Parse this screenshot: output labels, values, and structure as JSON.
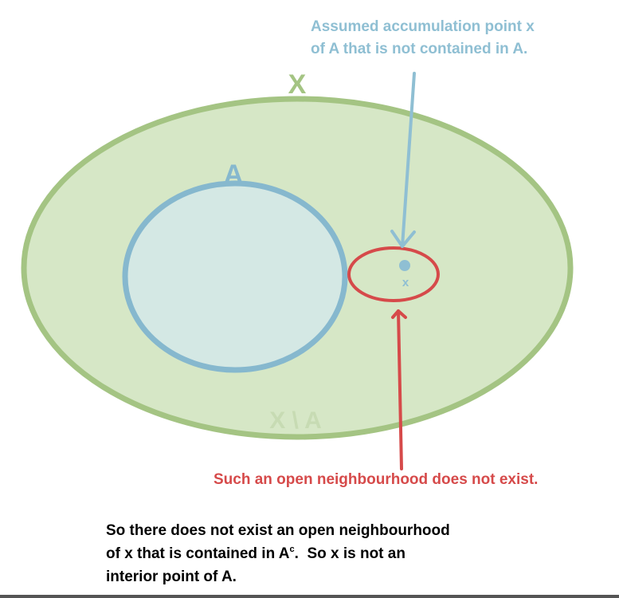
{
  "diagram": {
    "set_x_label": "X",
    "set_a_label": "A",
    "complement_label": "X \\ A",
    "point_label": "x",
    "assumed_caption": {
      "line1": "Assumed accumulation point x",
      "line2": "of A that is not contained in A."
    },
    "neighbourhood_caption": "Such an open neighbourhood does not exist.",
    "conclusion": {
      "line1": "So there does not exist an open neighbourhood",
      "line2_before": "of x that is contained in A",
      "line2_sup": "c",
      "line2_after": ".  So x is not an",
      "line3": "interior point of A."
    }
  },
  "colors": {
    "x_set_fill": "#d6e7c6",
    "x_set_stroke": "#a4c483",
    "a_set_fill": "#d4e8e4",
    "a_set_stroke": "#86b8ce",
    "blue_accent": "#8fbfd3",
    "red_accent": "#d64a4a",
    "complement_text": "#c7dbb3"
  }
}
